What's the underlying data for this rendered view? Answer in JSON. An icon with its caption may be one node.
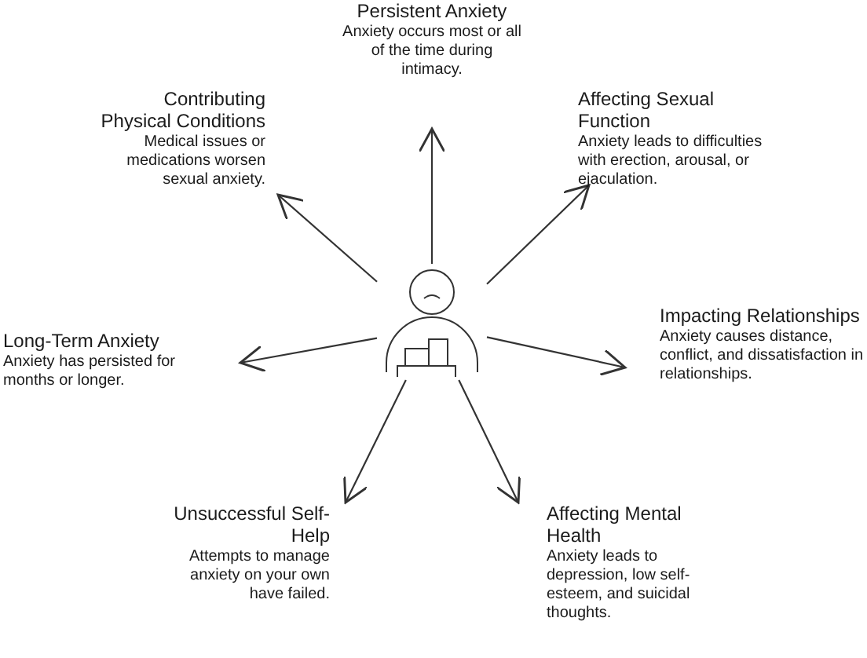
{
  "diagram": {
    "nodes": [
      {
        "text": [],
        "shape": "person"
      },
      {
        "text": [
          "Persistent Anxiety",
          "Anxiety occurs most or all of the time during intimacy."
        ]
      },
      {
        "text": [
          "Contributing Physical Conditions",
          "Medical issues or medications worsen sexual anxiety."
        ]
      },
      {
        "text": [
          "Affecting Sexual Function",
          "Anxiety leads to difficulties with erection, arousal, or ejaculation."
        ]
      },
      {
        "text": [
          "Long-Term Anxiety",
          "Anxiety has persisted for months or longer."
        ]
      },
      {
        "text": [
          "Impacting Relationships",
          "Anxiety causes distance, conflict, and dissatisfaction in relationships."
        ]
      },
      {
        "text": [
          "Unsuccessful Self-Help",
          "Attempts to manage anxiety on your own have failed."
        ]
      },
      {
        "text": [
          "Affecting Mental Health",
          "Anxiety leads to depression, low self-esteem, and suicidal thoughts."
        ]
      }
    ],
    "edges": [
      {
        "from": 0,
        "to": 1,
        "arrow": "to"
      },
      {
        "from": 0,
        "to": 2,
        "arrow": "to"
      },
      {
        "from": 0,
        "to": 3,
        "arrow": "to"
      },
      {
        "from": 0,
        "to": 4,
        "arrow": "to"
      },
      {
        "from": 0,
        "to": 5,
        "arrow": "to"
      },
      {
        "from": 0,
        "to": 6,
        "arrow": "to"
      },
      {
        "from": 0,
        "to": 7,
        "arrow": "to"
      }
    ]
  }
}
